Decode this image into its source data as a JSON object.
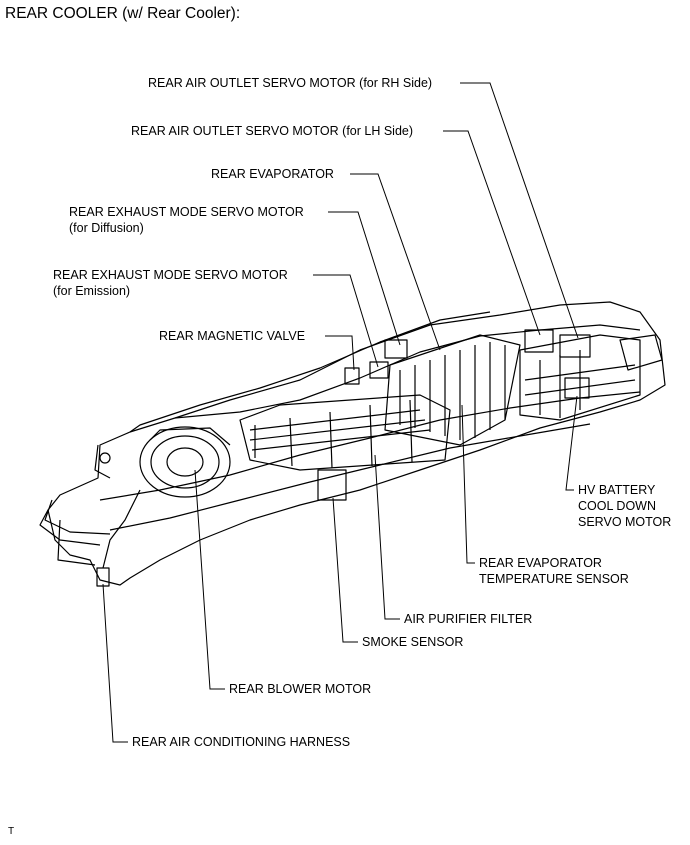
{
  "title": "REAR COOLER (w/ Rear Cooler):",
  "labels": {
    "rh_servo": "REAR AIR OUTLET SERVO MOTOR (for RH Side)",
    "lh_servo": "REAR AIR OUTLET SERVO MOTOR (for LH Side)",
    "evaporator": "REAR EVAPORATOR",
    "exhaust_diffusion_1": "REAR EXHAUST MODE SERVO MOTOR",
    "exhaust_diffusion_2": "(for Diffusion)",
    "exhaust_emission_1": "REAR EXHAUST MODE SERVO MOTOR",
    "exhaust_emission_2": "(for Emission)",
    "magnetic_valve": "REAR MAGNETIC VALVE",
    "hv_battery_1": "HV BATTERY",
    "hv_battery_2": "COOL DOWN",
    "hv_battery_3": "SERVO MOTOR",
    "evap_temp_1": "REAR EVAPORATOR",
    "evap_temp_2": "TEMPERATURE SENSOR",
    "air_filter": "AIR PURIFIER FILTER",
    "smoke_sensor": "SMOKE SENSOR",
    "blower_motor": "REAR BLOWER MOTOR",
    "harness": "REAR AIR CONDITIONING HARNESS"
  },
  "corner_mark": "T"
}
